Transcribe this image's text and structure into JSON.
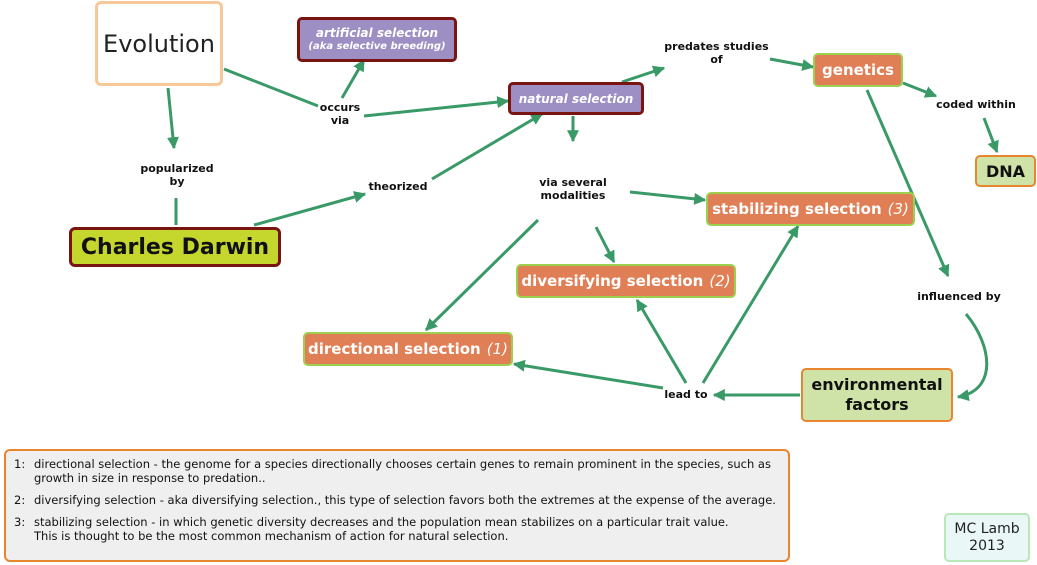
{
  "nodes": {
    "evolution": "Evolution",
    "artificial_selection": "artificial selection",
    "artificial_selection_sub": "(aka selective breeding)",
    "natural_selection": "natural selection",
    "genetics": "genetics",
    "dna": "DNA",
    "charles_darwin": "Charles Darwin",
    "stabilizing_selection": "stabilizing selection",
    "stabilizing_num": "(3)",
    "diversifying_selection": "diversifying selection",
    "diversifying_num": "(2)",
    "directional_selection": "directional selection",
    "directional_num": "(1)",
    "environmental_factors_1": "environmental",
    "environmental_factors_2": "factors"
  },
  "links": {
    "occurs_via_1": "occurs",
    "occurs_via_2": "via",
    "predates_1": "predates studies",
    "predates_2": "of",
    "coded_within": "coded within",
    "popularized_1": "popularized",
    "popularized_2": "by",
    "theorized": "theorized",
    "modalities_1": "via several",
    "modalities_2": "modalities",
    "influenced_by": "influenced by",
    "lead_to": "lead to"
  },
  "notes": [
    {
      "num": "1:",
      "text": "directional selection - the genome for a species directionally chooses certain genes to remain prominent in the species, such as\ngrowth in size in response to predation.."
    },
    {
      "num": "2:",
      "text": "diversifying selection - aka diversifying selection., this type of selection favors both the extremes at the expense of the average."
    },
    {
      "num": "3:",
      "text": "stabilizing selection -  in which genetic diversity decreases and the population mean stabilizes on a particular trait value.\nThis is thought to be the most common mechanism of action for natural selection."
    }
  ],
  "signature": {
    "author": "MC Lamb",
    "year": "2013"
  },
  "colors": {
    "arrow": "#3a9a67",
    "node_orange": "#e07f55",
    "node_purple": "#9d8fc3",
    "node_green": "#cfe3a9",
    "darwin": "#c5d62d"
  }
}
